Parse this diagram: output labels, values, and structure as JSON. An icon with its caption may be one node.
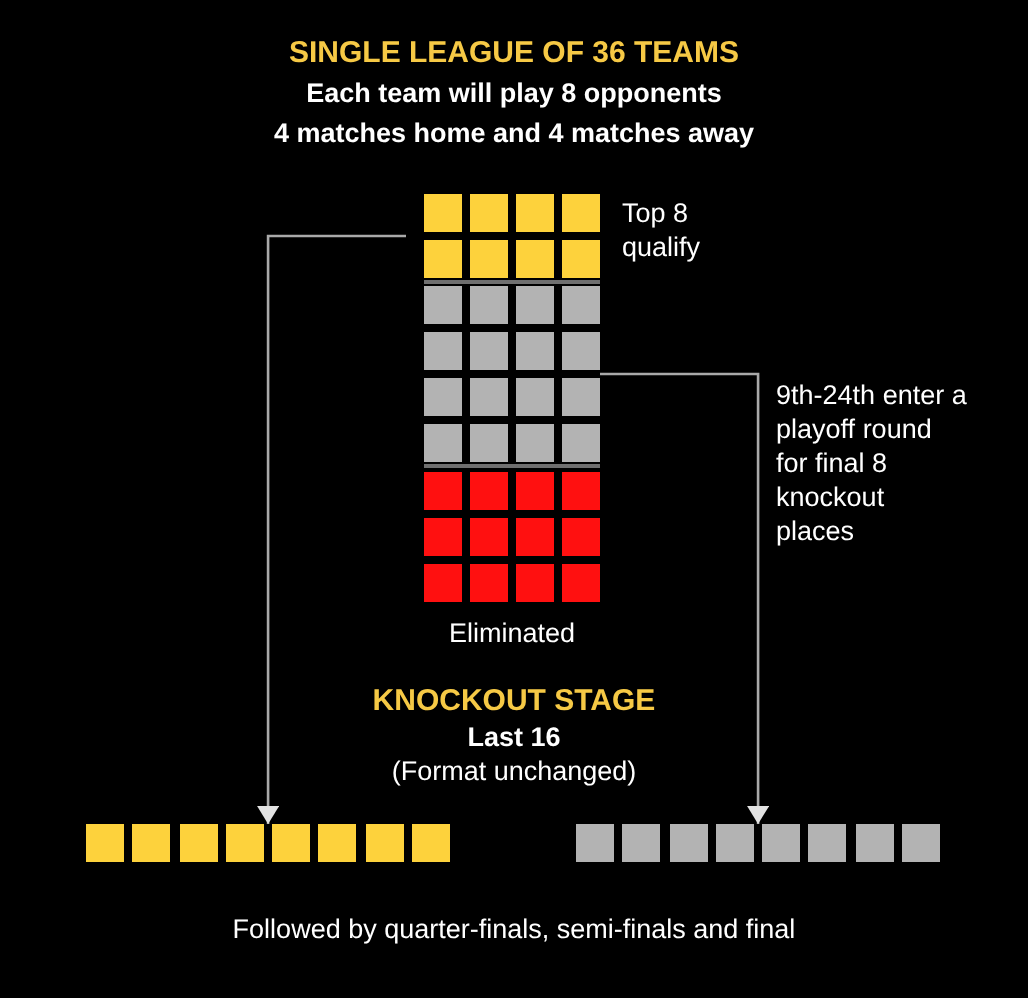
{
  "diagram": {
    "title": "SINGLE LEAGUE OF 36 TEAMS",
    "nodes": [
      {
        "text": [
          "Top 8 qualify"
        ]
      },
      {
        "text": [],
        "shape": "square",
        "in": 0
      },
      {
        "text": [],
        "shape": "square",
        "in": 0
      },
      {
        "text": [],
        "shape": "square",
        "in": 0
      },
      {
        "text": [],
        "shape": "square",
        "in": 0
      },
      {
        "text": [],
        "shape": "square",
        "in": 0
      },
      {
        "text": [],
        "shape": "square",
        "in": 0
      },
      {
        "text": [],
        "shape": "square",
        "in": 0
      },
      {
        "text": [],
        "shape": "square",
        "in": 0
      },
      {
        "text": [],
        "shape": "band"
      },
      {
        "text": [],
        "shape": "square",
        "in": 9
      },
      {
        "text": [],
        "shape": "square",
        "in": 9
      },
      {
        "text": [],
        "shape": "square",
        "in": 9
      },
      {
        "text": [],
        "shape": "square",
        "in": 9
      },
      {
        "text": [],
        "shape": "square",
        "in": 9
      },
      {
        "text": [],
        "shape": "square",
        "in": 9
      },
      {
        "text": [],
        "shape": "square",
        "in": 9
      },
      {
        "text": [],
        "shape": "square",
        "in": 9
      },
      {
        "text": [],
        "shape": "square",
        "in": 9
      },
      {
        "text": [],
        "shape": "square",
        "in": 9
      },
      {
        "text": [],
        "shape": "square",
        "in": 9
      },
      {
        "text": [],
        "shape": "square",
        "in": 9
      },
      {
        "text": [],
        "shape": "square",
        "in": 9
      },
      {
        "text": [],
        "shape": "square",
        "in": 9
      },
      {
        "text": [],
        "shape": "square",
        "in": 9
      },
      {
        "text": [],
        "shape": "square",
        "in": 9
      },
      {
        "text": [
          "Eliminated"
        ]
      },
      {
        "text": [],
        "shape": "square",
        "in": 26
      },
      {
        "text": [],
        "shape": "square",
        "in": 26
      },
      {
        "text": [],
        "shape": "square",
        "in": 26
      },
      {
        "text": [],
        "shape": "square",
        "in": 26
      },
      {
        "text": [],
        "shape": "square",
        "in": 26
      },
      {
        "text": [],
        "shape": "square",
        "in": 26
      },
      {
        "text": [],
        "shape": "square",
        "in": 26
      },
      {
        "text": [],
        "shape": "square",
        "in": 26
      },
      {
        "text": [],
        "shape": "square",
        "in": 26
      },
      {
        "text": [],
        "shape": "square",
        "in": 26
      },
      {
        "text": [],
        "shape": "square",
        "in": 26
      },
      {
        "text": [],
        "shape": "square",
        "in": 26
      },
      {
        "text": [],
        "shape": "row"
      },
      {
        "text": [],
        "shape": "square",
        "in": 39
      },
      {
        "text": [],
        "shape": "square",
        "in": 39
      },
      {
        "text": [],
        "shape": "square",
        "in": 39
      },
      {
        "text": [],
        "shape": "square",
        "in": 39
      },
      {
        "text": [],
        "shape": "square",
        "in": 39
      },
      {
        "text": [],
        "shape": "square",
        "in": 39
      },
      {
        "text": [],
        "shape": "square",
        "in": 39
      },
      {
        "text": [],
        "shape": "square",
        "in": 39
      },
      {
        "text": [],
        "shape": "row"
      },
      {
        "text": [],
        "shape": "square",
        "in": 48
      },
      {
        "text": [],
        "shape": "square",
        "in": 48
      },
      {
        "text": [],
        "shape": "square",
        "in": 48
      },
      {
        "text": [],
        "shape": "square",
        "in": 48
      },
      {
        "text": [],
        "shape": "square",
        "in": 48
      },
      {
        "text": [],
        "shape": "square",
        "in": 48
      },
      {
        "text": [],
        "shape": "square",
        "in": 48
      },
      {
        "text": [],
        "shape": "square",
        "in": 48
      }
    ],
    "edges": [
      {
        "from": 0,
        "to": 39,
        "arrow": "to"
      },
      {
        "from": 9,
        "to": 48,
        "arrow": "to",
        "label": "9th-24th enter a playoff round for final 8 knockout places"
      }
    ],
    "labels": [
      "Each team will play 8 opponents",
      "4 matches home and 4 matches away",
      "KNOCKOUT STAGE",
      "Last 16",
      "(Format unchanged)"
    ],
    "caption": "Followed by quarter-finals, semi-finals and final"
  }
}
